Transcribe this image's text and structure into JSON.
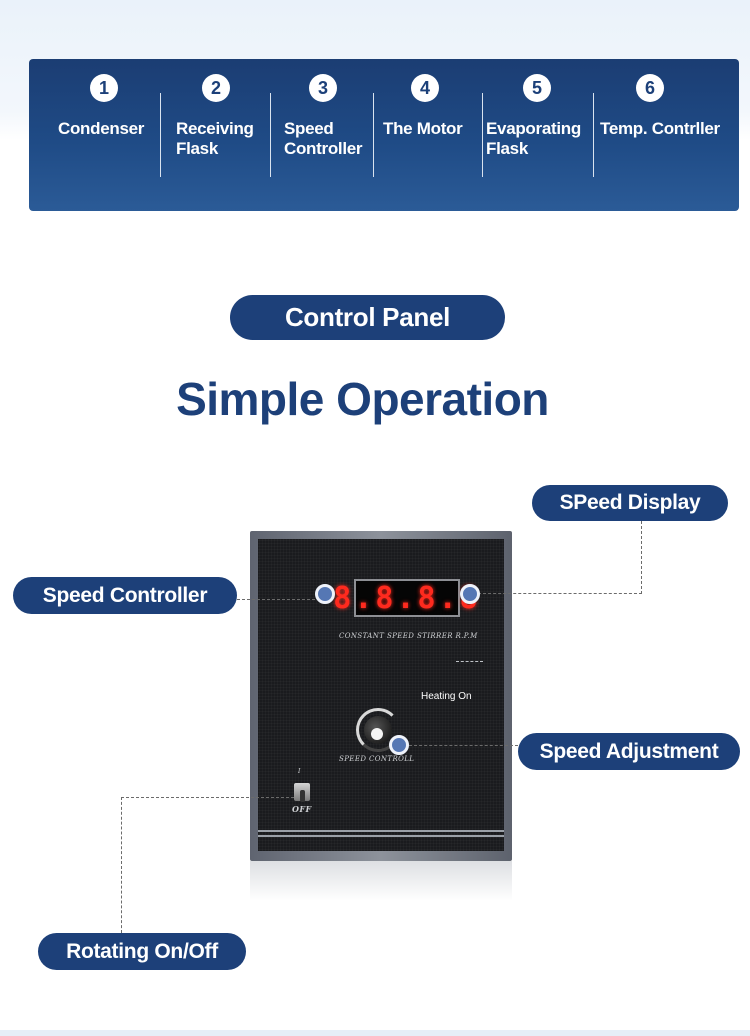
{
  "parts": [
    {
      "num": "1",
      "label": "Condenser"
    },
    {
      "num": "2",
      "label": "Receiving\nFlask"
    },
    {
      "num": "3",
      "label": "Speed\nController"
    },
    {
      "num": "4",
      "label": "The Motor"
    },
    {
      "num": "5",
      "label": "Evaporating\nFlask"
    },
    {
      "num": "6",
      "label": "Temp. Contrller"
    }
  ],
  "section_pill": "Control Panel",
  "section_title": "Simple Operation",
  "callouts": {
    "speed_display": "SPeed Display",
    "speed_controller": "Speed Controller",
    "speed_adjustment": "Speed Adjustment",
    "rotating_onoff": "Rotating On/Off"
  },
  "device": {
    "display_value": "8.8.8.8",
    "rpm_caption": "CONSTANT SPEED STIRRER R.P.M",
    "heating_label": "Heating On",
    "knob_caption": "SPEED CONTROLL",
    "switch_on_mark": "I",
    "switch_off_label": "OFF"
  },
  "colors": {
    "brand_navy": "#1d4079",
    "marker_blue": "#5577b4",
    "led_red": "#ff2a1e"
  }
}
